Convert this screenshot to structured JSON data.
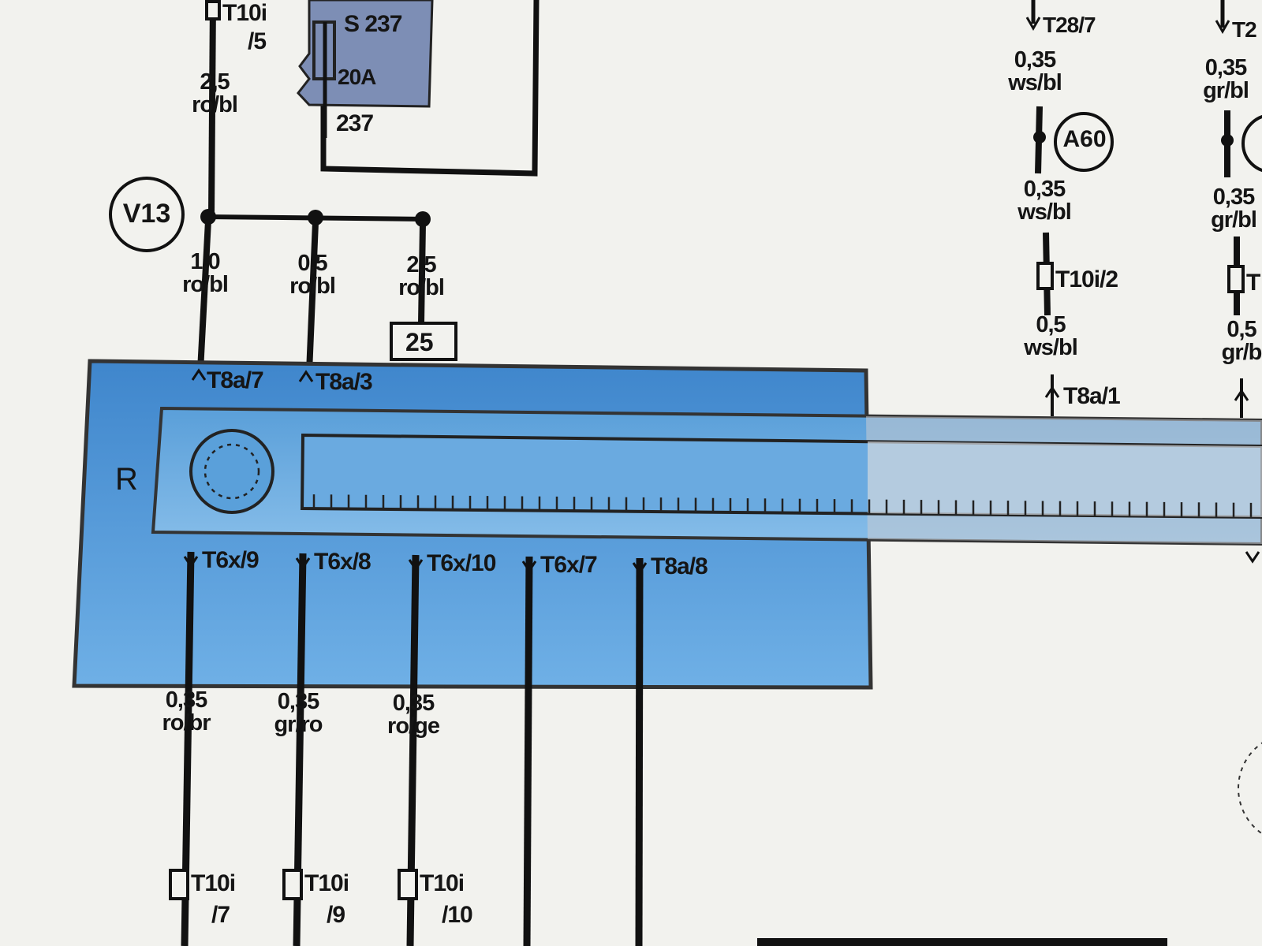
{
  "fuse": {
    "name": "S 237",
    "rating": "20A",
    "wire": "237"
  },
  "connector_top_left": {
    "top": "T10i",
    "bottom": "/5"
  },
  "top_wire": {
    "size": "2,5",
    "color": "ro/bl"
  },
  "ground_points": {
    "left": "V13",
    "right": "A60"
  },
  "branch_wires": [
    {
      "size": "1,0",
      "color": "ro/bl"
    },
    {
      "size": "0,5",
      "color": "ro/bl"
    },
    {
      "size": "2,5",
      "color": "ro/bl"
    }
  ],
  "box_number": "25",
  "component": {
    "letter": "R"
  },
  "top_pins": [
    "T8a/7",
    "T8a/3",
    "T8a/1"
  ],
  "bottom_pins": [
    "T6x/9",
    "T6x/8",
    "T6x/10",
    "T6x/7",
    "T8a/8"
  ],
  "bottom_wires": [
    {
      "size": "0,35",
      "color": "ro/br"
    },
    {
      "size": "0,35",
      "color": "gr/ro"
    },
    {
      "size": "0,35",
      "color": "ro/ge"
    }
  ],
  "bottom_connectors": [
    {
      "top": "T10i",
      "bottom": "/7"
    },
    {
      "top": "T10i",
      "bottom": "/9"
    },
    {
      "top": "T10i",
      "bottom": "/10"
    }
  ],
  "right_column_1": {
    "connector_top": "T28/7",
    "wire_upper": {
      "size": "0,35",
      "color": "ws/bl"
    },
    "wire_mid": {
      "size": "0,35",
      "color": "ws/bl"
    },
    "connector_mid": "T10i/2",
    "wire_lower": {
      "size": "0,5",
      "color": "ws/bl"
    }
  },
  "right_column_2": {
    "connector_top": "T2",
    "wire_upper": {
      "size": "0,35",
      "color": "gr/bl"
    },
    "wire_mid": {
      "size": "0,35",
      "color": "gr/bl"
    },
    "connector_mid": "T",
    "wire_lower": {
      "size": "0,5",
      "color": "gr/b"
    }
  },
  "colors": {
    "background": "#f2f2ee",
    "component_blue": "#4f97d6",
    "component_blue_light": "#7fb7e4",
    "fuse_fill": "#7d8eb5",
    "wire": "#111111"
  }
}
